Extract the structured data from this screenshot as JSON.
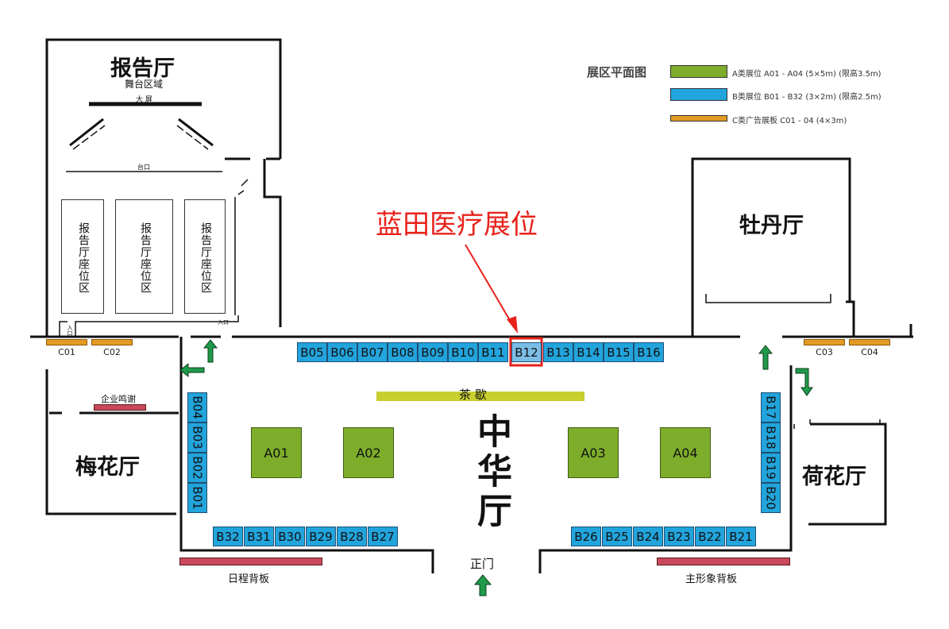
{
  "legend": {
    "title": "展区平面图",
    "items": [
      {
        "label": "A类展位 A01 - A04 (5×5m) (限高3.5m)",
        "color": "#7dad2b"
      },
      {
        "label": "B类展位 B01 - B32 (3×2m) (限高2.5m)",
        "color": "#22a4dc"
      },
      {
        "label": "C类广告展板 C01 - 04 (4×3m)",
        "color": "#e39b24"
      }
    ]
  },
  "highlight": {
    "label": "蓝田医疗展位",
    "color": "#e8221b"
  },
  "halls": {
    "report": {
      "name": "报告厅",
      "stage": "舞台区域",
      "screen": "大 屏",
      "podium": "台口",
      "seating": "报告厅座位区",
      "entrance1": "入口",
      "entrance2": "入口"
    },
    "peony": {
      "name": "牡丹厅"
    },
    "plum": {
      "name": "梅花厅",
      "sponsor": "企业鸣谢"
    },
    "lotus": {
      "name": "荷花厅"
    },
    "main": {
      "name": "中华厅",
      "tea": "茶 歇",
      "gate": "正门"
    }
  },
  "boards": {
    "schedule": "日程背板",
    "main_visual": "主形象背板"
  },
  "booths": {
    "top_row": [
      "B05",
      "B06",
      "B07",
      "B08",
      "B09",
      "B10",
      "B11",
      "B12",
      "B13",
      "B14",
      "B15",
      "B16"
    ],
    "left_col": [
      "B04",
      "B03",
      "B02",
      "B01"
    ],
    "right_col": [
      "B17",
      "B18",
      "B19",
      "B20"
    ],
    "bottom_left": [
      "B32",
      "B31",
      "B30",
      "B29",
      "B28",
      "B27"
    ],
    "bottom_right": [
      "B26",
      "B25",
      "B24",
      "B23",
      "B22",
      "B21"
    ],
    "a_booths": [
      "A01",
      "A02",
      "A03",
      "A04"
    ],
    "c_panels": [
      "C01",
      "C02",
      "C03",
      "C04"
    ],
    "highlighted": "B12"
  },
  "colors": {
    "a": "#7dad2b",
    "b": "#22a4dc",
    "c": "#e39b24",
    "board": "#c9485b",
    "tea": "#c8cf2f",
    "arrow": "#1f9a4a"
  }
}
